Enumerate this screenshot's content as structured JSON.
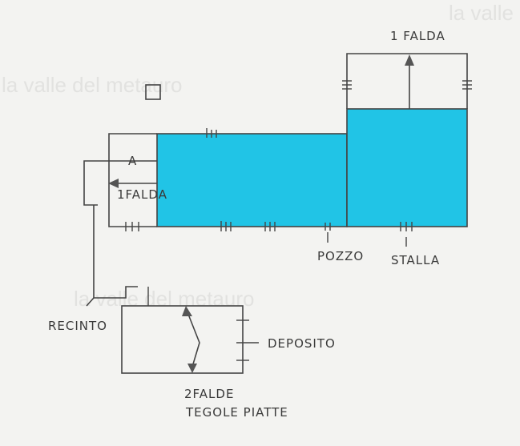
{
  "watermark": "la valle del metauro",
  "labels": {
    "top_roof": "1 FALDA",
    "left_roof": "1FALDA",
    "section_mark": "A",
    "well": "POZZO",
    "stable": "STALLA",
    "enclosure": "RECINTO",
    "storage": "DEPOSITO",
    "storage_roof_1": "2FALDE",
    "storage_roof_2": "TEGOLE PIATTE"
  },
  "colors": {
    "fill": "#21c4e6",
    "line": "#444444"
  }
}
